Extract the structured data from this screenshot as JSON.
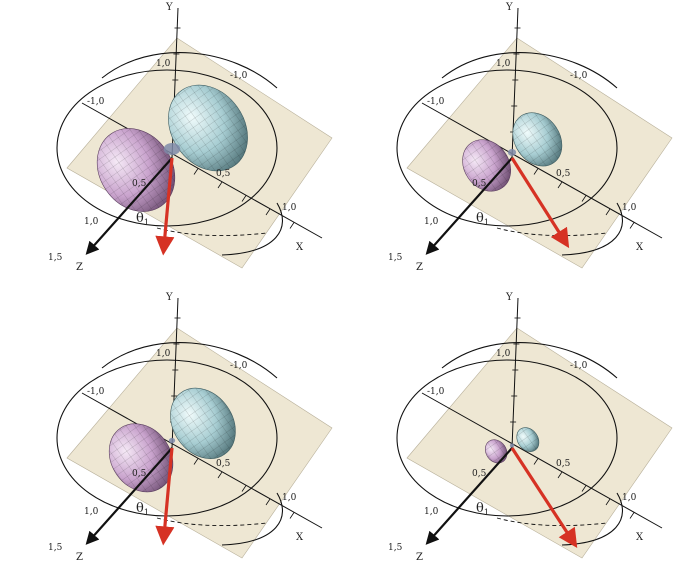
{
  "axes": {
    "x": "X",
    "y": "Y",
    "z": "Z"
  },
  "ticks": {
    "one": "1,0",
    "neg_one": "-1,0",
    "half": "0,5",
    "one_half": "1,5"
  },
  "angle": {
    "symbol": "θ",
    "subscript": "1"
  },
  "colors": {
    "plane": "#eee7d3",
    "lobe_purple": "#c9a3cd",
    "lobe_cyan": "#a7cdd2",
    "arrow_red": "#d63224",
    "axis_black": "#111111"
  },
  "panels": [
    {
      "id": "top-left",
      "lobe_scale": 1.0,
      "waist": 0.45,
      "arrow_dir": "down"
    },
    {
      "id": "top-right",
      "lobe_scale": 0.62,
      "waist": 0.25,
      "arrow_dir": "down-right"
    },
    {
      "id": "bottom-left",
      "lobe_scale": 0.82,
      "waist": 0.1,
      "arrow_dir": "down"
    },
    {
      "id": "bottom-right",
      "lobe_scale": 0.28,
      "waist": 0.05,
      "arrow_dir": "down-right-far"
    }
  ]
}
